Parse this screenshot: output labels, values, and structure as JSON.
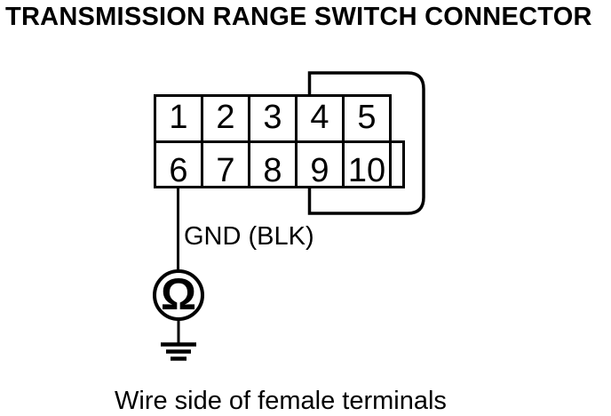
{
  "title": "TRANSMISSION RANGE SWITCH CONNECTOR",
  "connector": {
    "description": "10-pin connector, 2 rows of 5",
    "pins": [
      "1",
      "2",
      "3",
      "4",
      "5",
      "6",
      "7",
      "8",
      "9",
      "10"
    ]
  },
  "test": {
    "wire_label": "GND (BLK)",
    "meter_symbol": "Ω",
    "meter_type": "ohmmeter",
    "probed_pin": "6"
  },
  "caption": "Wire side of female terminals",
  "colors": {
    "line": "#000000",
    "background": "#ffffff"
  }
}
